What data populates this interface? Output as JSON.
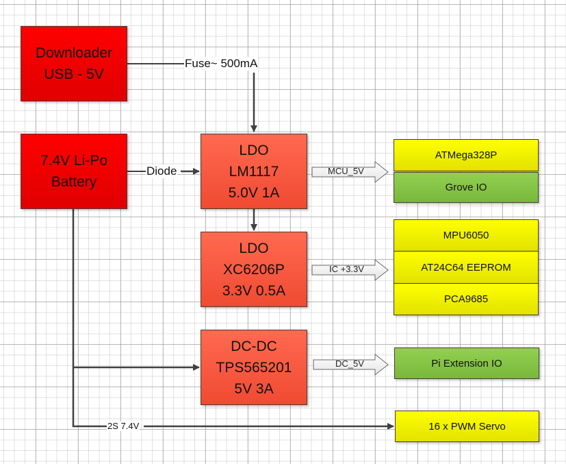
{
  "diagram": {
    "sources": {
      "downloader": {
        "line1": "Downloader",
        "line2": "USB - 5V"
      },
      "battery": {
        "line1": "7.4V Li-Po",
        "line2": "Battery"
      }
    },
    "regulators": {
      "ldo_5v": {
        "line1": "LDO",
        "line2": "LM1117",
        "line3": "5.0V 1A"
      },
      "ldo_3v3": {
        "line1": "LDO",
        "line2": "XC6206P",
        "line3": "3.3V 0.5A"
      },
      "dcdc": {
        "line1": "DC-DC",
        "line2": "TPS565201",
        "line3": "5V 3A"
      }
    },
    "connection_labels": {
      "fuse": "Fuse~ 500mA",
      "diode": "Diode",
      "servo_bus": "2S 7.4V"
    },
    "bus_arrows": {
      "mcu": "MCU_5V",
      "ic": "IC +3.3V",
      "dc": "DC_5V"
    },
    "loads": {
      "atmega": "ATMega328P",
      "grove": "Grove IO",
      "mpu": "MPU6050",
      "eeprom": "AT24C64 EEPROM",
      "pca": "PCA9685",
      "pi_ext": "Pi Extension IO",
      "servo": "16 x PWM Servo"
    },
    "colors": {
      "source_red": "#ff0000",
      "regulator_orange": "#f85a40",
      "load_yellow": "#ffff00",
      "load_green": "#8cc84a",
      "wire": "#404040"
    }
  }
}
